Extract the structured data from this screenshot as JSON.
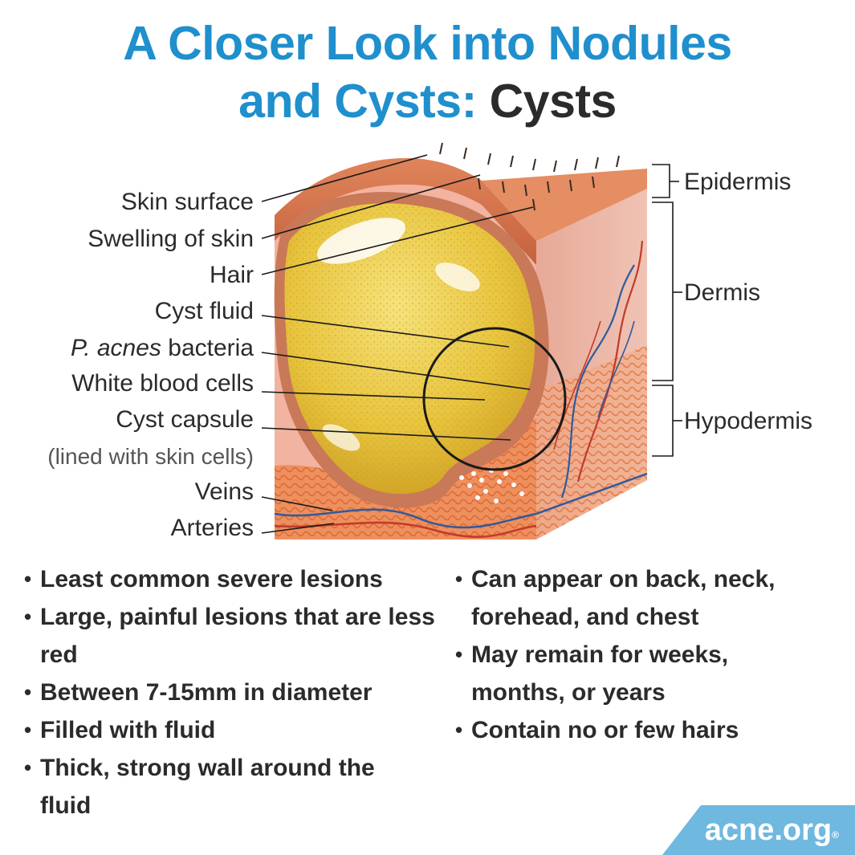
{
  "title": {
    "line1": "A Closer Look into Nodules",
    "line2_blue": "and Cysts:",
    "line2_dark": "Cysts"
  },
  "diagram_labels": [
    {
      "id": "skin-surface",
      "text": "Skin surface"
    },
    {
      "id": "swelling-of-skin",
      "text": "Swelling of skin"
    },
    {
      "id": "hair",
      "text": "Hair"
    },
    {
      "id": "cyst-fluid",
      "text": "Cyst fluid"
    },
    {
      "id": "p-acnes-bacteria",
      "italic": "P. acnes",
      "text": "bacteria"
    },
    {
      "id": "white-blood-cells",
      "text": "White blood cells"
    },
    {
      "id": "cyst-capsule",
      "text": "Cyst capsule"
    },
    {
      "id": "cyst-capsule-note",
      "text": "(lined with skin cells)"
    },
    {
      "id": "veins",
      "text": "Veins"
    },
    {
      "id": "arteries",
      "text": "Arteries"
    }
  ],
  "layers": [
    {
      "id": "epidermis",
      "text": "Epidermis"
    },
    {
      "id": "dermis",
      "text": "Dermis"
    },
    {
      "id": "hypodermis",
      "text": "Hypodermis"
    }
  ],
  "bullets_left": [
    "Least common severe lesions",
    "Large, painful lesions that are less red",
    "Between 7-15mm in diameter",
    "Filled with fluid",
    "Thick, strong wall around the fluid"
  ],
  "bullets_right": [
    "Can appear on back, neck, forehead, and chest",
    "May remain for weeks, months, or years",
    "Contain no or few hairs"
  ],
  "brand": {
    "text": "acne.org",
    "mark": "®",
    "color": "#6fb8e0"
  },
  "colors": {
    "title_blue": "#1f8fcd",
    "text": "#2b2b2b"
  }
}
